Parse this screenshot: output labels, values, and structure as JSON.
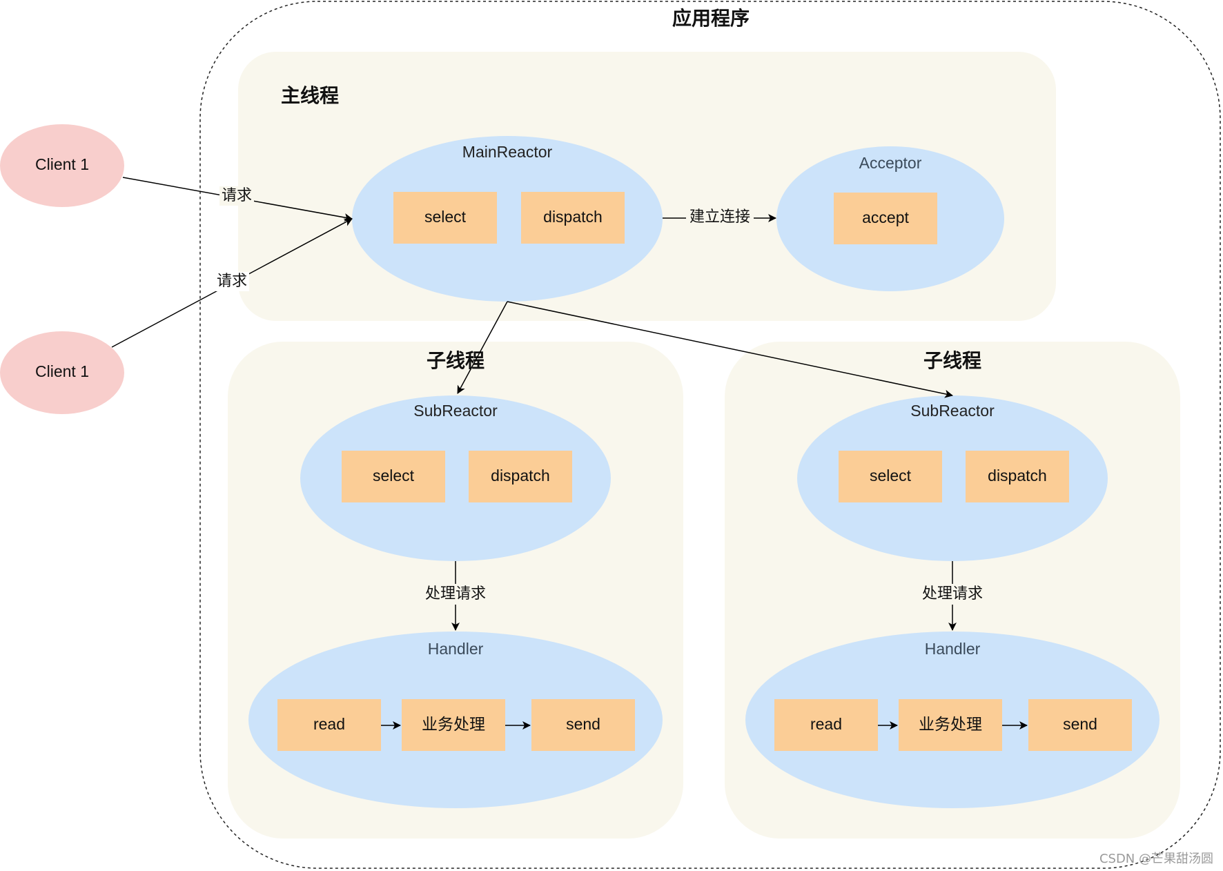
{
  "app": {
    "title": "应用程序",
    "main_thread": "主线程",
    "sub_thread_left": "子线程",
    "sub_thread_right": "子线程"
  },
  "clients": [
    {
      "label": "Client 1"
    },
    {
      "label": "Client 1"
    }
  ],
  "edges": {
    "request_1": "请求",
    "request_2": "请求",
    "establish_connection": "建立连接",
    "handle_request_left": "处理请求",
    "handle_request_right": "处理请求"
  },
  "main_reactor": {
    "title": "MainReactor",
    "select": "select",
    "dispatch": "dispatch"
  },
  "acceptor": {
    "title": "Acceptor",
    "accept": "accept"
  },
  "sub_reactor_left": {
    "title": "SubReactor",
    "select": "select",
    "dispatch": "dispatch"
  },
  "sub_reactor_right": {
    "title": "SubReactor",
    "select": "select",
    "dispatch": "dispatch"
  },
  "handler_left": {
    "title": "Handler",
    "read": "read",
    "business": "业务处理",
    "send": "send"
  },
  "handler_right": {
    "title": "Handler",
    "read": "read",
    "business": "业务处理",
    "send": "send"
  },
  "watermark": "CSDN @芒果甜汤圆",
  "colors": {
    "client_fill": "#f8cecc",
    "thread_bg": "#f9f7ed",
    "reactor_fill": "#cce3fa",
    "box_fill": "#fbcd96",
    "line": "#000000"
  }
}
